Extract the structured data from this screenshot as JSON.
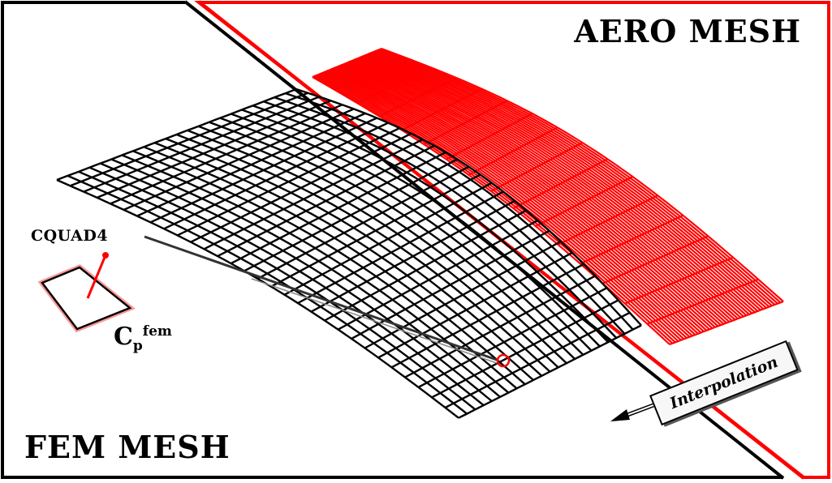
{
  "labels": {
    "aero_title": "AERO MESH",
    "fem_title": "FEM MESH",
    "element_label": "CQUAD4",
    "cp_symbol": "C",
    "cp_subscript": "p",
    "cp_superscript": "fem",
    "interpolation": "Interpolation"
  },
  "colors": {
    "aero": "#ff0000",
    "fem": "#000000",
    "background": "#ffffff"
  },
  "mesh": {
    "fem_grid": {
      "span_lines": 22,
      "chord_lines": 30
    },
    "aero_grid": {
      "span_lines": 40,
      "chord_lines": 16
    }
  }
}
